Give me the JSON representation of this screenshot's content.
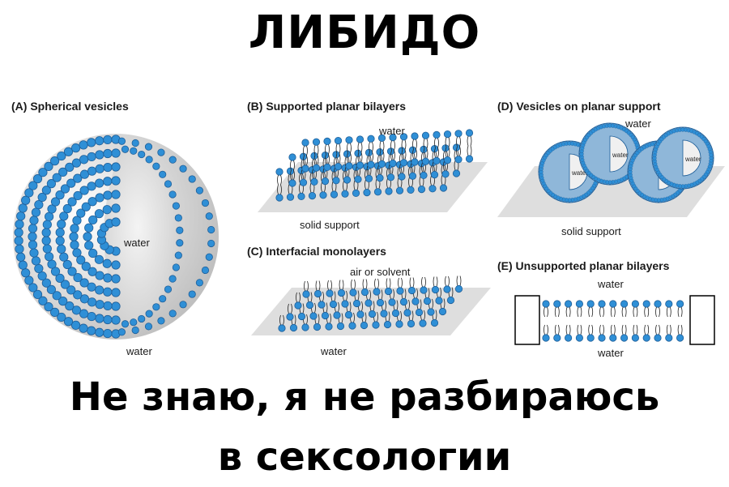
{
  "meme": {
    "title": "ЛИБИДО",
    "caption_line1": "Не знаю, я не разбираюсь",
    "caption_line2": "в сексологии"
  },
  "figure": {
    "panel_a": {
      "label": "(A) Spherical vesicles",
      "inner": "water",
      "outer": "water"
    },
    "panel_b": {
      "label": "(B) Supported planar bilayers",
      "top": "water",
      "bottom": "solid support"
    },
    "panel_c": {
      "label": "(C) Interfacial monolayers",
      "top": "air or solvent",
      "bottom": "water"
    },
    "panel_d": {
      "label": "(D) Vesicles on planar support",
      "top": "water",
      "inner": "water",
      "bottom": "solid support"
    },
    "panel_e": {
      "label": "(E) Unsupported planar bilayers",
      "top": "water",
      "bottom": "water"
    }
  },
  "colors": {
    "lipid_head": "#2f8fd6",
    "lipid_head_stroke": "#1f5f99",
    "support": "#d9d9d9"
  }
}
